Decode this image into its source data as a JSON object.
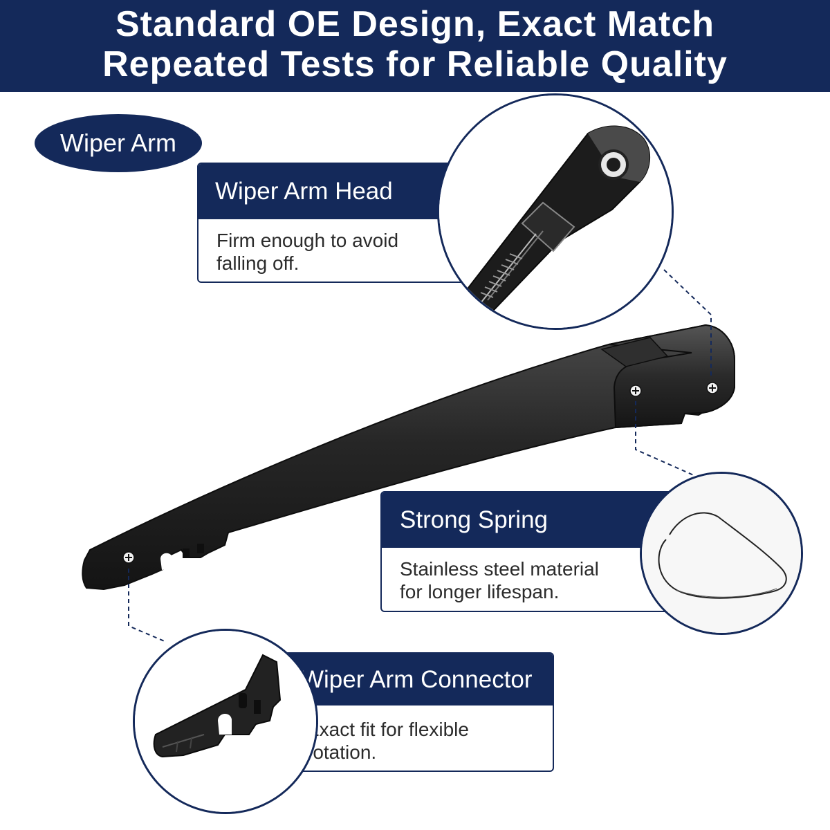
{
  "banner": {
    "line1": "Standard OE Design, Exact Match",
    "line2": "Repeated Tests for Reliable Quality"
  },
  "badge": {
    "label": "Wiper Arm"
  },
  "callouts": {
    "head": {
      "title": "Wiper Arm Head",
      "desc_line1": "Firm enough to avoid",
      "desc_line2": "falling off."
    },
    "spring": {
      "title": "Strong Spring",
      "desc_line1": "Stainless steel material",
      "desc_line2": "for longer lifespan."
    },
    "connector": {
      "title": "Wiper Arm Connector",
      "desc_line1": "Exact fit for flexible",
      "desc_line2": "rotation."
    }
  },
  "colors": {
    "brand_navy": "#14295a",
    "product_black": "#1e1e1e",
    "background": "#ffffff"
  }
}
